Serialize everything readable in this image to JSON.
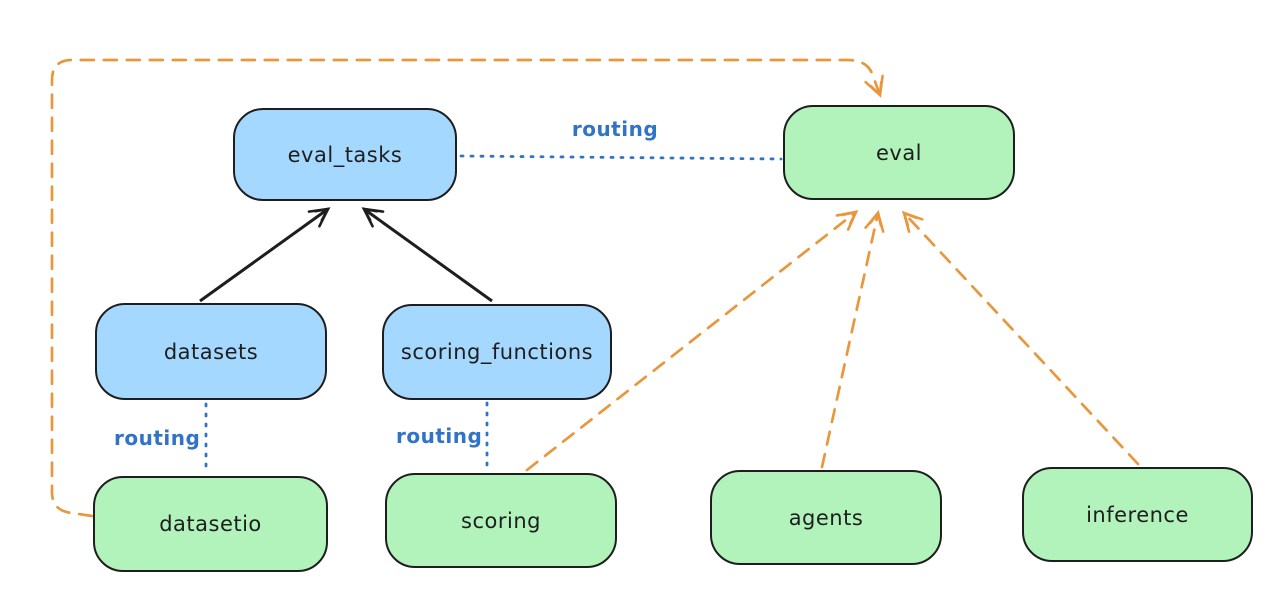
{
  "diagram": {
    "type": "flowchart",
    "nodes": [
      {
        "id": "eval_tasks",
        "label": "eval_tasks",
        "fill": "blue"
      },
      {
        "id": "eval",
        "label": "eval",
        "fill": "green"
      },
      {
        "id": "datasets",
        "label": "datasets",
        "fill": "blue"
      },
      {
        "id": "scoring_functions",
        "label": "scoring_functions",
        "fill": "blue"
      },
      {
        "id": "datasetio",
        "label": "datasetio",
        "fill": "green"
      },
      {
        "id": "scoring",
        "label": "scoring",
        "fill": "green"
      },
      {
        "id": "agents",
        "label": "agents",
        "fill": "green"
      },
      {
        "id": "inference",
        "label": "inference",
        "fill": "green"
      }
    ],
    "edges": [
      {
        "from": "datasets",
        "to": "eval_tasks",
        "style": "solid",
        "color": "black",
        "arrow": true
      },
      {
        "from": "scoring_functions",
        "to": "eval_tasks",
        "style": "solid",
        "color": "black",
        "arrow": true
      },
      {
        "from": "eval_tasks",
        "to": "eval",
        "style": "dotted",
        "color": "blue",
        "arrow": false,
        "label": "routing"
      },
      {
        "from": "datasets",
        "to": "datasetio",
        "style": "dotted",
        "color": "blue",
        "arrow": false,
        "label": "routing"
      },
      {
        "from": "scoring_functions",
        "to": "scoring",
        "style": "dotted",
        "color": "blue",
        "arrow": false,
        "label": "routing"
      },
      {
        "from": "datasetio",
        "to": "eval",
        "style": "dashed",
        "color": "orange",
        "arrow": true
      },
      {
        "from": "scoring",
        "to": "eval",
        "style": "dashed",
        "color": "orange",
        "arrow": true
      },
      {
        "from": "agents",
        "to": "eval",
        "style": "dashed",
        "color": "orange",
        "arrow": true
      },
      {
        "from": "inference",
        "to": "eval",
        "style": "dashed",
        "color": "orange",
        "arrow": true
      }
    ],
    "colors": {
      "blue_fill": "#a5d8ff",
      "green_fill": "#b2f2bb",
      "stroke": "#1e1e1e",
      "orange_edge": "#e8973d",
      "blue_edge": "#3173c6",
      "label_text": "#1e1e1e"
    }
  }
}
